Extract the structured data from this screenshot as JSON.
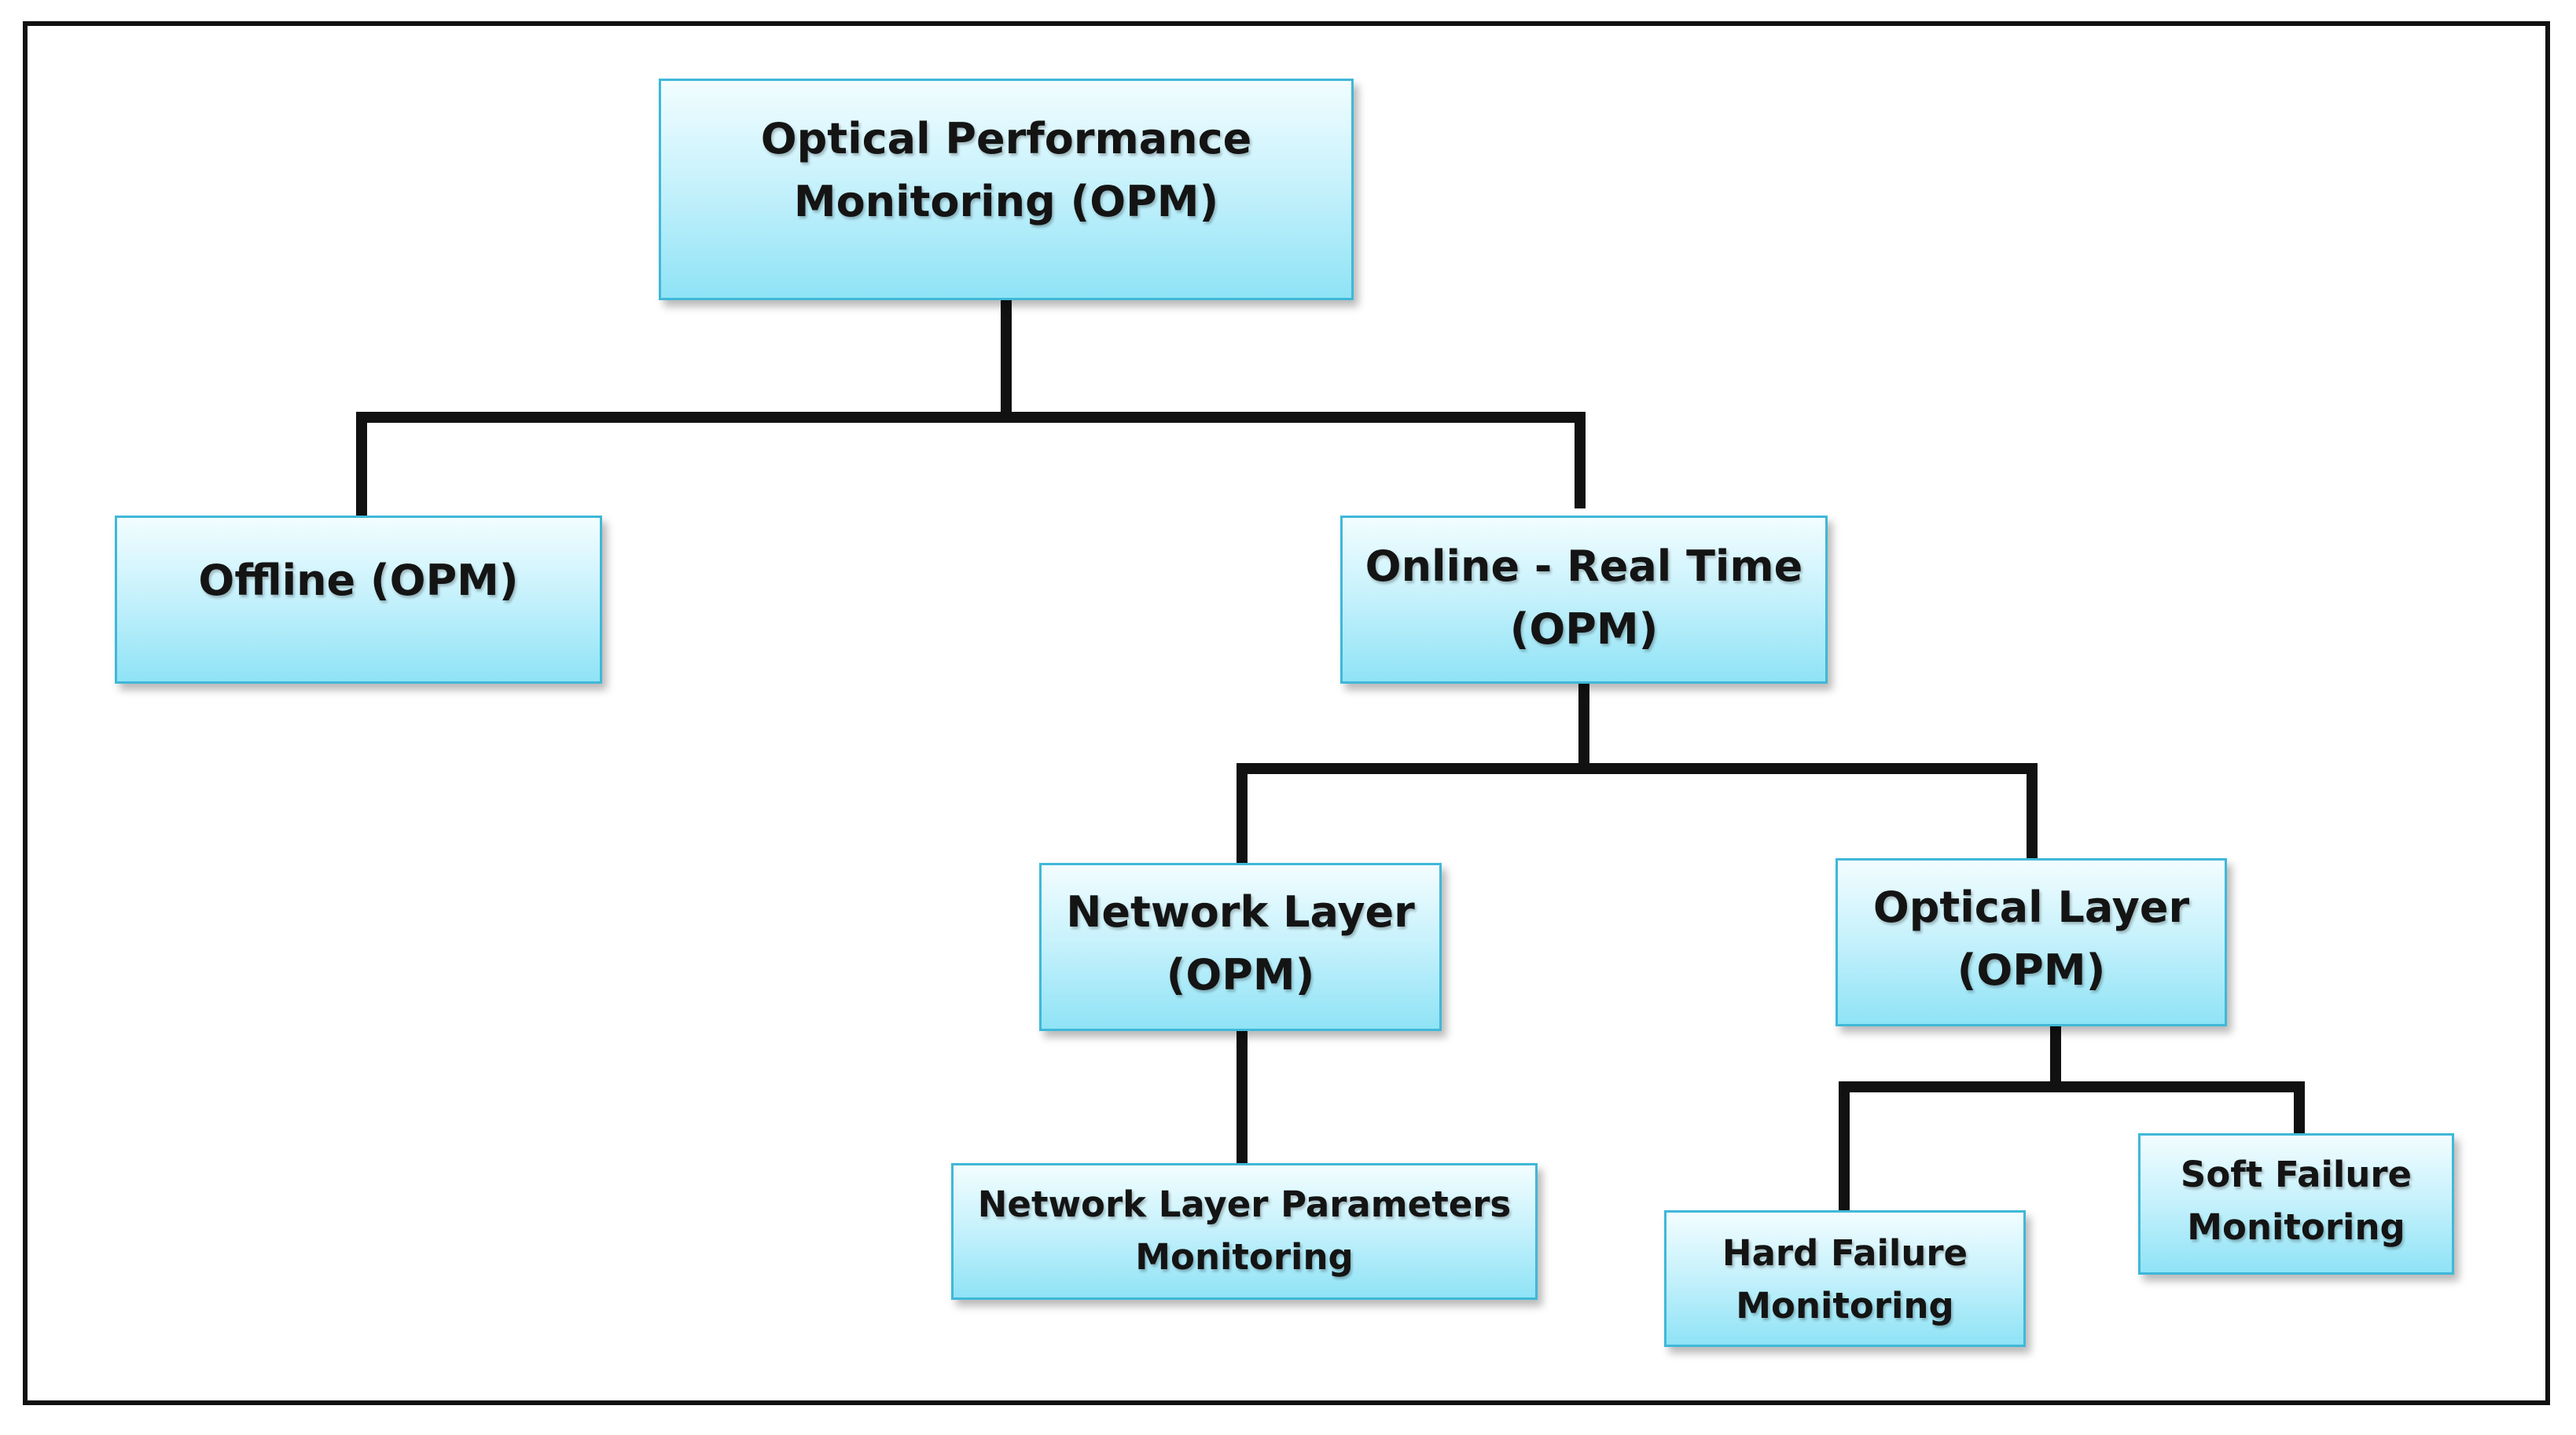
{
  "diagram": {
    "nodes": {
      "root": "Optical Performance\nMonitoring (OPM)",
      "offline": "Offline (OPM)",
      "online": "Online - Real Time\n(OPM)",
      "network_layer": "Network Layer\n(OPM)",
      "optical_layer": "Optical Layer\n(OPM)",
      "network_params": "Network Layer Parameters\nMonitoring",
      "hard_failure": "Hard Failure\nMonitoring",
      "soft_failure": "Soft Failure\nMonitoring"
    },
    "edges": [
      {
        "from": "root",
        "to": "offline"
      },
      {
        "from": "root",
        "to": "online"
      },
      {
        "from": "online",
        "to": "network_layer"
      },
      {
        "from": "online",
        "to": "optical_layer"
      },
      {
        "from": "network_layer",
        "to": "network_params"
      },
      {
        "from": "optical_layer",
        "to": "hard_failure"
      },
      {
        "from": "optical_layer",
        "to": "soft_failure"
      }
    ],
    "colors": {
      "node_border": "#3fb8d8",
      "node_fill_top": "#f2fdff",
      "node_fill_bottom": "#8fe3f6",
      "connector": "#111111",
      "frame": "#111111"
    }
  }
}
